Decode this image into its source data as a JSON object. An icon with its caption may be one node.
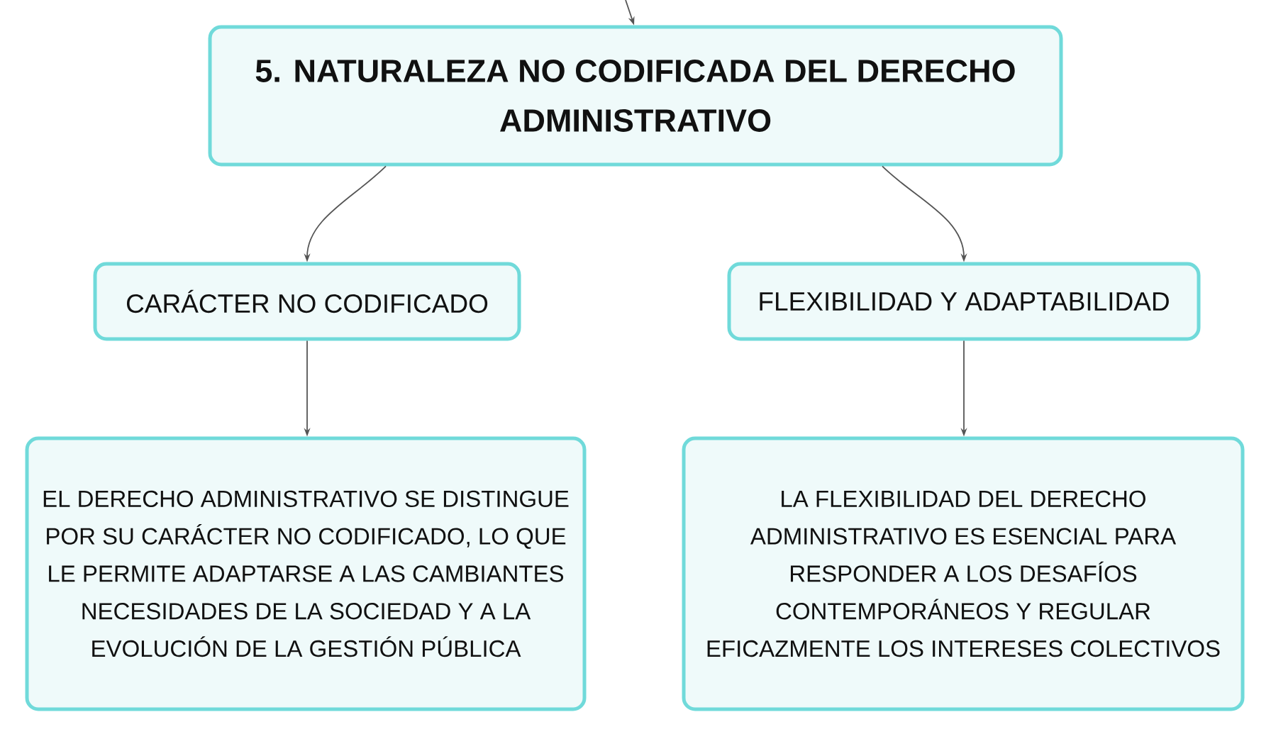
{
  "diagram": {
    "nodes": [
      {
        "text": [
          "5. NATURALEZA NO CODIFICADA DEL DERECHO ADMINISTRATIVO"
        ]
      },
      {
        "text": [
          "CARÁCTER NO CODIFICADO"
        ]
      },
      {
        "text": [
          "FLEXIBILIDAD Y ADAPTABILIDAD"
        ]
      },
      {
        "text": [
          "EL DERECHO ADMINISTRATIVO SE DISTINGUE POR SU CARÁCTER NO CODIFICADO, LO QUE LE PERMITE ADAPTARSE A LAS CAMBIANTES NECESIDADES DE LA SOCIEDAD Y A LA EVOLUCIÓN DE LA GESTIÓN PÚBLICA"
        ]
      },
      {
        "text": [
          "LA FLEXIBILIDAD DEL DERECHO ADMINISTRATIVO ES ESENCIAL PARA RESPONDER A LOS DESAFÍOS CONTEMPORÁNEOS Y REGULAR EFICAZMENTE LOS INTERESES COLECTIVOS"
        ]
      }
    ],
    "edges": [
      {
        "from": null,
        "to": 0,
        "arrow": "to"
      },
      {
        "from": 0,
        "to": 1,
        "arrow": "to"
      },
      {
        "from": 0,
        "to": 2,
        "arrow": "to"
      },
      {
        "from": 1,
        "to": 3,
        "arrow": "to"
      },
      {
        "from": 2,
        "to": 4,
        "arrow": "to"
      }
    ]
  }
}
